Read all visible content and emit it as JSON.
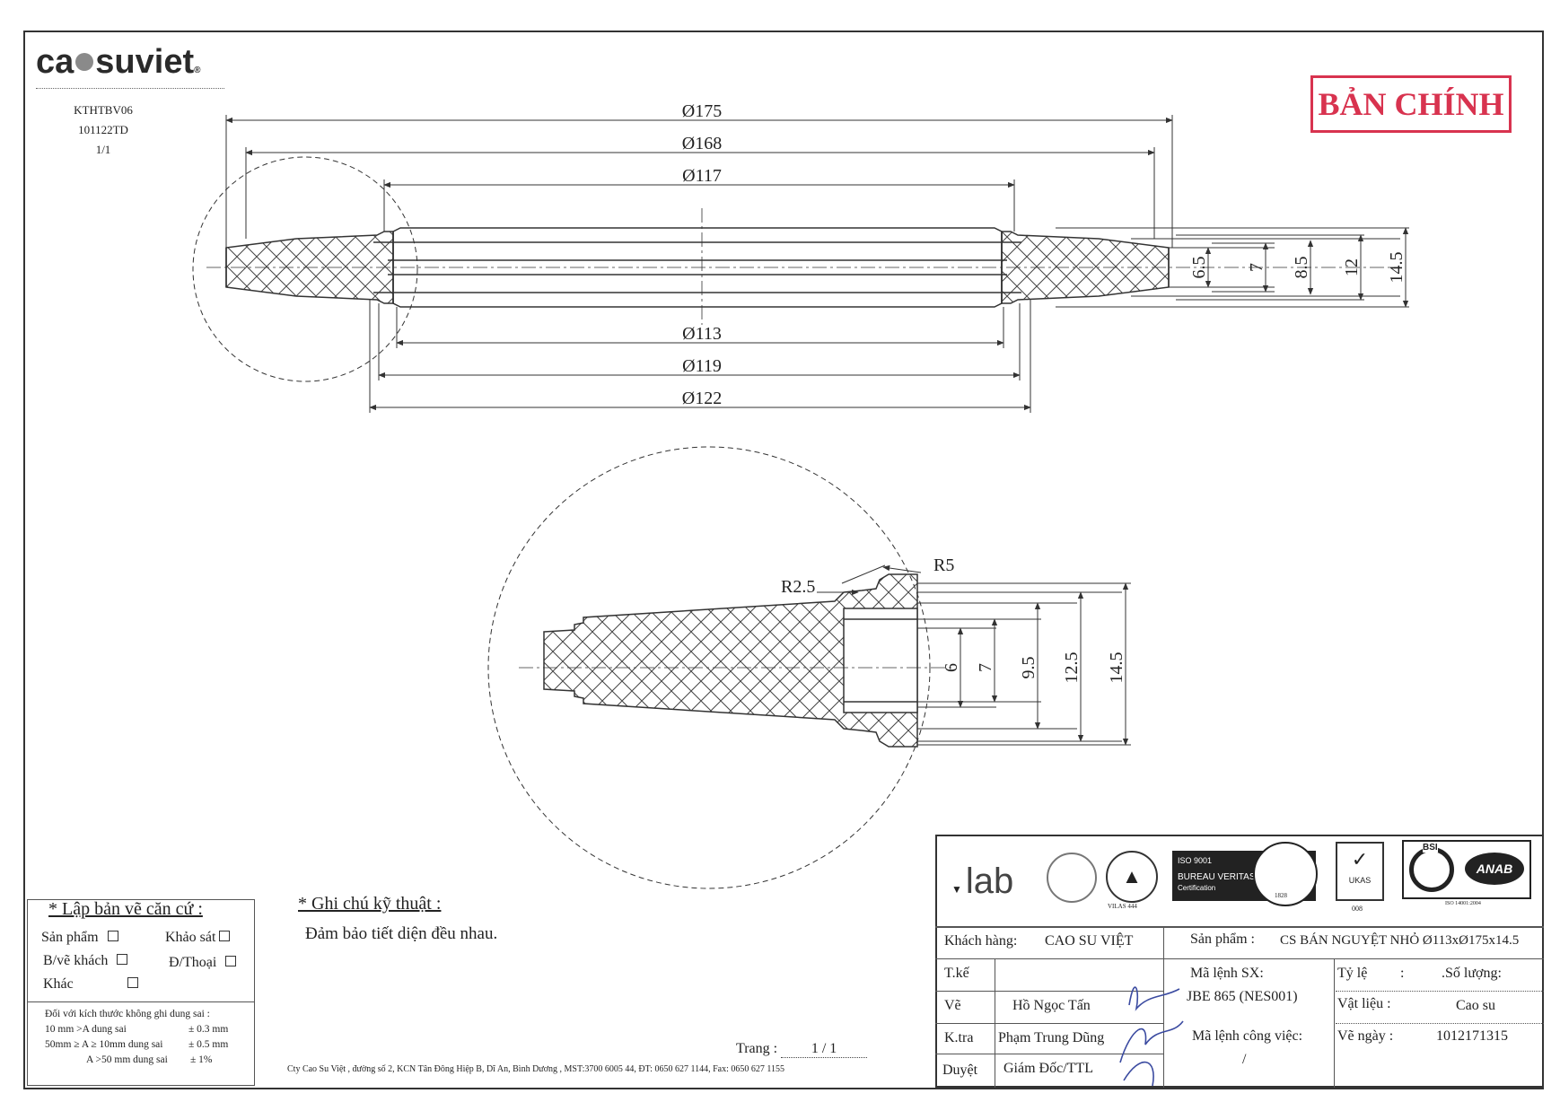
{
  "header": {
    "logo_left": "ca",
    "logo_right": "suviet",
    "logo_reg": "®",
    "code_1": "KTHTBV06",
    "code_2": "101122TD",
    "code_3": "1/1",
    "stamp": "BẢN CHÍNH"
  },
  "drawing": {
    "top_dims": [
      "Ø175",
      "Ø168",
      "Ø117",
      "Ø113",
      "Ø119",
      "Ø122"
    ],
    "side_dims": [
      "6.5",
      "7",
      "8.5",
      "12",
      "14.5"
    ],
    "detail_radii": [
      "R2.5",
      "R5"
    ],
    "detail_dims": [
      "6",
      "7",
      "9.5",
      "12.5",
      "14.5"
    ]
  },
  "lap": {
    "title": "* Lập bản vẽ căn cứ :",
    "san_pham": "Sản phẩm",
    "khao_sat": "Khảo sát",
    "bv_khach": "B/vẽ khách",
    "d_thoai": "Đ/Thoại",
    "khac": "Khác",
    "tol_title": "Đối với kích thước không ghi dung sai :",
    "tol_1": "10 mm >A  dung sai",
    "tol_1v": "± 0.3 mm",
    "tol_2": "50mm ≥ A ≥ 10mm dung sai",
    "tol_2v": "± 0.5 mm",
    "tol_3": "A >50 mm dung sai",
    "tol_3v": "± 1%"
  },
  "notes": {
    "title": "* Ghi chú kỹ thuật :",
    "text": "Đảm bảo tiết diện đều nhau."
  },
  "page": {
    "trang_label": "Trang :",
    "trang_value": "1 / 1",
    "footer": "Cty Cao Su Việt , đường số 2, KCN Tân Đông Hiệp B, Dĩ An, Bình Dương , MST:3700 6005 44, ĐT: 0650 627 1144, Fax: 0650 627 1155"
  },
  "certs": {
    "vilas": "lab",
    "vilas_code": "VILAS 444",
    "iso": "ISO 9001",
    "bv_1": "BUREAU VERITAS",
    "bv_2": "Certification",
    "bv_year": "1828",
    "ukas": "UKAS",
    "ukas_code": "008",
    "bsi": "BSI",
    "anab": "ANAB",
    "iso14001": "ISO 14001:2004"
  },
  "title_block": {
    "khach_hang_label": "Khách hàng:",
    "khach_hang": "CAO SU VIỆT",
    "san_pham_label": "Sản phẩm   :",
    "san_pham": "CS BÁN NGUYỆT NHỎ Ø113xØ175x14.5",
    "tke_label": "T.kế",
    "ve_label": "Vẽ",
    "ve_name": "Hồ Ngọc Tấn",
    "ktra_label": "K.tra",
    "ktra_name": "Phạm Trung Dũng",
    "duyet_label": "Duyệt",
    "duyet_name": "Giám  Đốc/TTL",
    "ma_lenh_sx_label": "Mã lệnh SX:",
    "ma_lenh_sx": "JBE 865 (NES001)",
    "ma_lenh_cv_label": "Mã lệnh công việc:",
    "ma_lenh_cv": "/",
    "ty_le_label": "Tỷ lệ",
    "ty_le_colon": ":",
    "so_luong_label": ".Số lượng:",
    "vat_lieu_label": "Vật liệu  :",
    "vat_lieu": "Cao su",
    "ve_ngay_label": "Vẽ  ngày  :",
    "ve_ngay": "1012171315"
  }
}
